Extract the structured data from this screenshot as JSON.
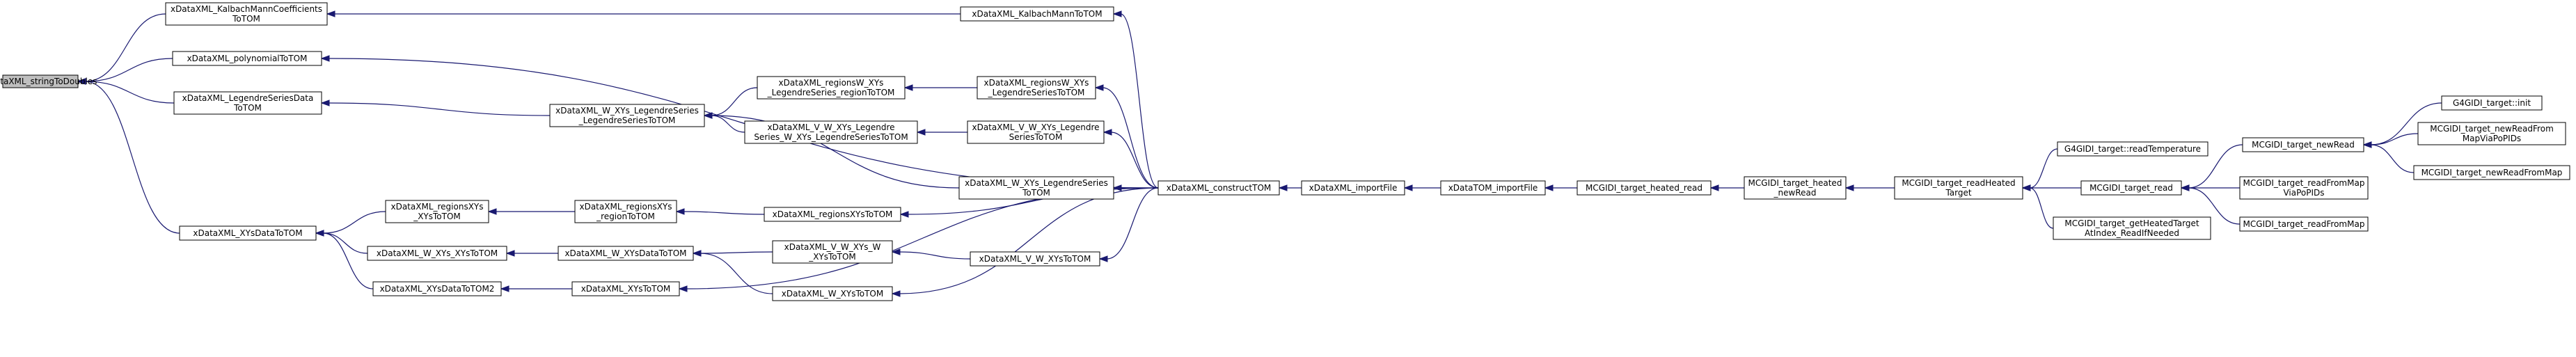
{
  "nodes": [
    {
      "id": "stringToDoubles",
      "lines": [
        "xDataXML_stringToDoubles"
      ],
      "root": true
    },
    {
      "id": "KalbachCoef",
      "lines": [
        "xDataXML_KalbachMannCoefficients",
        "ToTOM"
      ]
    },
    {
      "id": "polynomial",
      "lines": [
        "xDataXML_polynomialToTOM"
      ]
    },
    {
      "id": "LegendreSeriesData",
      "lines": [
        "xDataXML_LegendreSeriesData",
        "ToTOM"
      ]
    },
    {
      "id": "XYsDataToTOM",
      "lines": [
        "xDataXML_XYsDataToTOM"
      ]
    },
    {
      "id": "KalbachMann",
      "lines": [
        "xDataXML_KalbachMannToTOM"
      ]
    },
    {
      "id": "W_XYs_LS",
      "lines": [
        "xDataXML_W_XYs_LegendreSeries",
        "_LegendreSeriesToTOM"
      ]
    },
    {
      "id": "regionsW_XYs_LS_region",
      "lines": [
        "xDataXML_regionsW_XYs",
        "_LegendreSeries_regionToTOM"
      ]
    },
    {
      "id": "V_W_XYs_LS_W",
      "lines": [
        "xDataXML_V_W_XYs_Legendre",
        "Series_W_XYs_LegendreSeriesToTOM"
      ]
    },
    {
      "id": "regionsW_XYs_LS",
      "lines": [
        "xDataXML_regionsW_XYs",
        "_LegendreSeriesToTOM"
      ]
    },
    {
      "id": "V_W_XYs_LS",
      "lines": [
        "xDataXML_V_W_XYs_Legendre",
        "SeriesToTOM"
      ]
    },
    {
      "id": "W_XYs_LS_short",
      "lines": [
        "xDataXML_W_XYs_LegendreSeries",
        "ToTOM"
      ]
    },
    {
      "id": "regionsXYs_XYs",
      "lines": [
        "xDataXML_regionsXYs",
        "_XYsToTOM"
      ]
    },
    {
      "id": "W_XYs_XYs",
      "lines": [
        "xDataXML_W_XYs_XYsToTOM"
      ]
    },
    {
      "id": "XYsDataToTOM2",
      "lines": [
        "xDataXML_XYsDataToTOM2"
      ]
    },
    {
      "id": "regionsXYs_region",
      "lines": [
        "xDataXML_regionsXYs",
        "_regionToTOM"
      ]
    },
    {
      "id": "W_XYsData",
      "lines": [
        "xDataXML_W_XYsDataToTOM"
      ]
    },
    {
      "id": "XYsToTOM",
      "lines": [
        "xDataXML_XYsToTOM"
      ]
    },
    {
      "id": "regionsXYsToTOM",
      "lines": [
        "xDataXML_regionsXYsToTOM"
      ]
    },
    {
      "id": "V_W_XYs_W",
      "lines": [
        "xDataXML_V_W_XYs_W",
        "_XYsToTOM"
      ]
    },
    {
      "id": "W_XYsToTOM",
      "lines": [
        "xDataXML_W_XYsToTOM"
      ]
    },
    {
      "id": "V_W_XYsToTOM",
      "lines": [
        "xDataXML_V_W_XYsToTOM"
      ]
    },
    {
      "id": "constructTOM",
      "lines": [
        "xDataXML_constructTOM"
      ]
    },
    {
      "id": "importFile",
      "lines": [
        "xDataXML_importFile"
      ]
    },
    {
      "id": "TOMImportFile",
      "lines": [
        "xDataTOM_importFile"
      ]
    },
    {
      "id": "heated_read",
      "lines": [
        "MCGIDI_target_heated_read"
      ]
    },
    {
      "id": "heated_newRead",
      "lines": [
        "MCGIDI_target_heated",
        "_newRead"
      ]
    },
    {
      "id": "readHeated",
      "lines": [
        "MCGIDI_target_readHeated",
        "Target"
      ]
    },
    {
      "id": "G4_readTemp",
      "lines": [
        "G4GIDI_target::readTemperature"
      ]
    },
    {
      "id": "target_read",
      "lines": [
        "MCGIDI_target_read"
      ]
    },
    {
      "id": "getHeated",
      "lines": [
        "MCGIDI_target_getHeatedTarget",
        "AtIndex_ReadIfNeeded"
      ]
    },
    {
      "id": "newRead",
      "lines": [
        "MCGIDI_target_newRead"
      ]
    },
    {
      "id": "readFromMapPoPIDs",
      "lines": [
        "MCGIDI_target_readFromMap",
        "ViaPoPIDs"
      ]
    },
    {
      "id": "readFromMap",
      "lines": [
        "MCGIDI_target_readFromMap"
      ]
    },
    {
      "id": "G4_init",
      "lines": [
        "G4GIDI_target::init"
      ]
    },
    {
      "id": "newReadFromMapPoPIDs",
      "lines": [
        "MCGIDI_target_newReadFrom",
        "MapViaPoPIDs"
      ]
    },
    {
      "id": "newReadFromMap",
      "lines": [
        "MCGIDI_target_newReadFromMap"
      ]
    }
  ],
  "edges": [
    [
      "KalbachCoef",
      "stringToDoubles"
    ],
    [
      "polynomial",
      "stringToDoubles"
    ],
    [
      "LegendreSeriesData",
      "stringToDoubles"
    ],
    [
      "XYsDataToTOM",
      "stringToDoubles"
    ],
    [
      "KalbachMann",
      "KalbachCoef"
    ],
    [
      "constructTOM",
      "polynomial"
    ],
    [
      "W_XYs_LS",
      "LegendreSeriesData"
    ],
    [
      "regionsXYs_XYs",
      "XYsDataToTOM"
    ],
    [
      "W_XYs_XYs",
      "XYsDataToTOM"
    ],
    [
      "XYsDataToTOM2",
      "XYsDataToTOM"
    ],
    [
      "constructTOM",
      "KalbachMann"
    ],
    [
      "regionsW_XYs_LS_region",
      "W_XYs_LS"
    ],
    [
      "V_W_XYs_LS_W",
      "W_XYs_LS"
    ],
    [
      "W_XYs_LS_short",
      "W_XYs_LS"
    ],
    [
      "regionsW_XYs_LS",
      "regionsW_XYs_LS_region"
    ],
    [
      "V_W_XYs_LS",
      "V_W_XYs_LS_W"
    ],
    [
      "constructTOM",
      "regionsW_XYs_LS"
    ],
    [
      "constructTOM",
      "V_W_XYs_LS"
    ],
    [
      "constructTOM",
      "W_XYs_LS_short"
    ],
    [
      "regionsXYs_region",
      "regionsXYs_XYs"
    ],
    [
      "W_XYsData",
      "W_XYs_XYs"
    ],
    [
      "XYsToTOM",
      "XYsDataToTOM2"
    ],
    [
      "regionsXYsToTOM",
      "regionsXYs_region"
    ],
    [
      "V_W_XYs_W",
      "W_XYsData"
    ],
    [
      "W_XYsToTOM",
      "W_XYsData"
    ],
    [
      "V_W_XYsToTOM",
      "V_W_XYs_W"
    ],
    [
      "constructTOM",
      "regionsXYsToTOM"
    ],
    [
      "constructTOM",
      "V_W_XYsToTOM"
    ],
    [
      "constructTOM",
      "W_XYsToTOM"
    ],
    [
      "constructTOM",
      "XYsToTOM"
    ],
    [
      "importFile",
      "constructTOM"
    ],
    [
      "TOMImportFile",
      "importFile"
    ],
    [
      "heated_read",
      "TOMImportFile"
    ],
    [
      "heated_newRead",
      "heated_read"
    ],
    [
      "readHeated",
      "heated_newRead"
    ],
    [
      "G4_readTemp",
      "readHeated"
    ],
    [
      "target_read",
      "readHeated"
    ],
    [
      "getHeated",
      "readHeated"
    ],
    [
      "newRead",
      "target_read"
    ],
    [
      "readFromMapPoPIDs",
      "target_read"
    ],
    [
      "readFromMap",
      "target_read"
    ],
    [
      "G4_init",
      "newRead"
    ],
    [
      "newReadFromMapPoPIDs",
      "newRead"
    ],
    [
      "newReadFromMap",
      "newRead"
    ]
  ],
  "colors": {
    "edge": "#191970",
    "root_fill": "#bfbfbf",
    "node_fill": "#ffffff",
    "node_stroke": "#000000"
  }
}
